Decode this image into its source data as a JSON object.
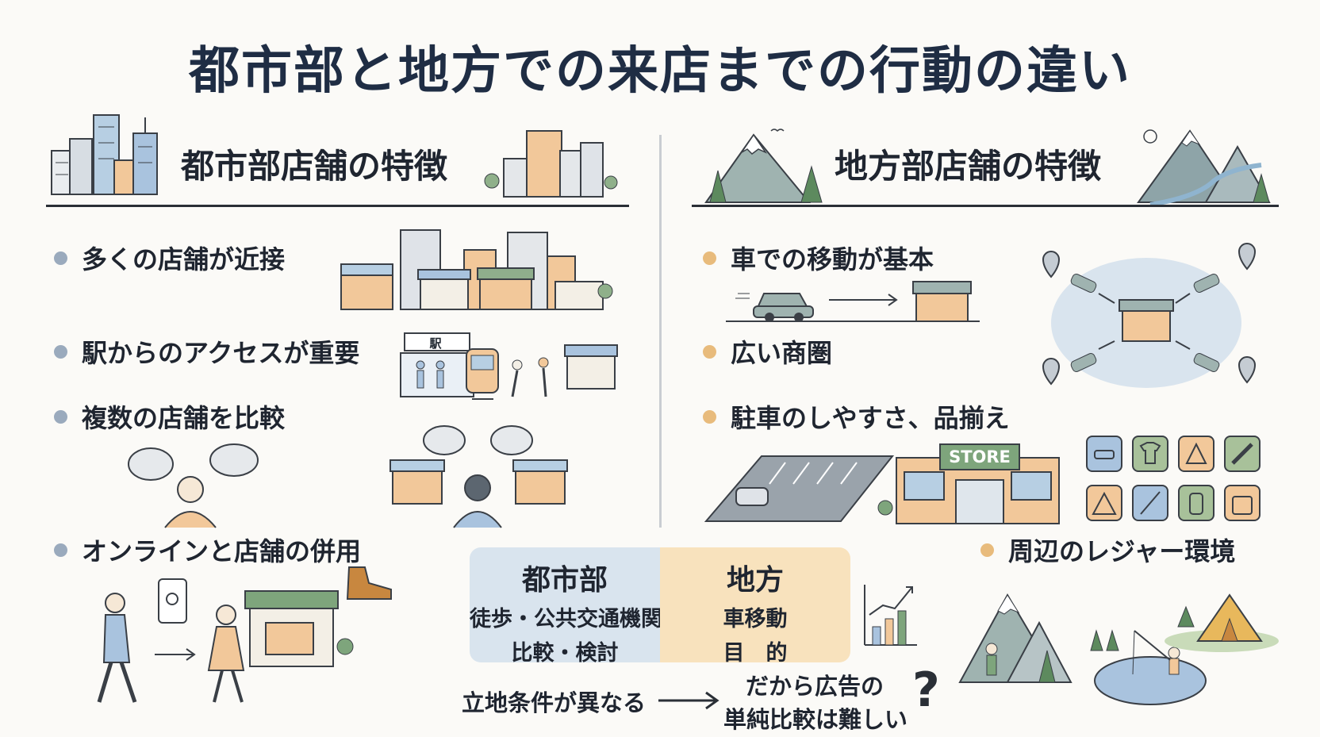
{
  "title": "都市部と地方での来店までの行動の違い",
  "urban": {
    "heading": "都市部店舗の特徴",
    "items": [
      "多くの店舗が近接",
      "駅からのアクセスが重要",
      "複数の店舗を比較",
      "オンラインと店舗の併用"
    ],
    "station_sign": "駅"
  },
  "rural": {
    "heading": "地方部店舗の特徴",
    "items": [
      "車での移動が基本",
      "広い商圏",
      "駐車のしやすさ、品揃え",
      "周辺のレジャー環境"
    ],
    "store_sign": "STORE"
  },
  "comparison": {
    "urban": {
      "heading": "都市部",
      "line1": "徒歩・公共交通機関",
      "line2": "比較・検討"
    },
    "rural": {
      "heading": "地方",
      "line1": "車移動",
      "line2": "目　的"
    }
  },
  "conclusion": {
    "left": "立地条件が異なる",
    "right_line1": "だから広告の",
    "right_line2": "単純比較は難しい",
    "question_mark": "?"
  },
  "colors": {
    "title": "#1f2d44",
    "urban_bullet": "#9aaabd",
    "rural_bullet": "#e8bb7c",
    "urban_panel": "#d9e4ee",
    "rural_panel": "#f8e2bd"
  }
}
